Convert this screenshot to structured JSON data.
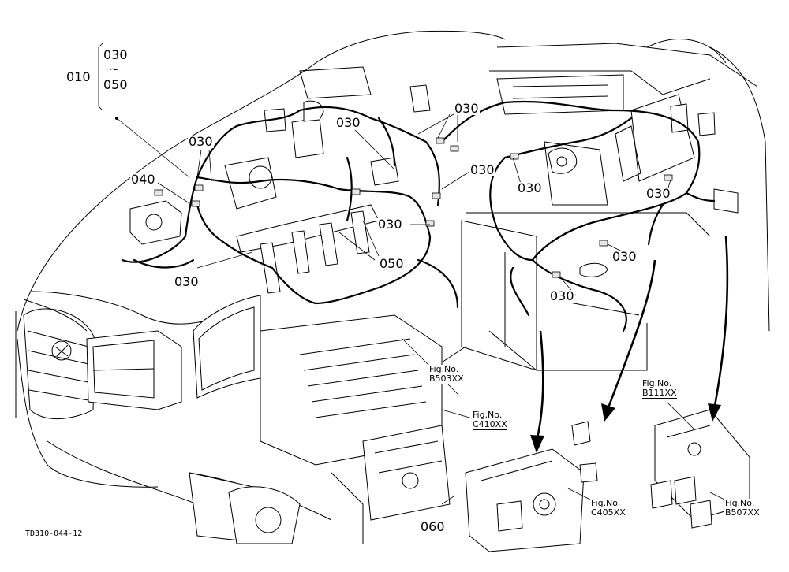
{
  "refs": {
    "r010": "010",
    "r030_range_top": "030",
    "r_tilde": "~",
    "r050_range_bottom": "050",
    "r030_a": "030",
    "r030_b": "030",
    "r030_c": "030",
    "r030_d": "030",
    "r030_e": "030",
    "r030_f": "030",
    "r030_g": "030",
    "r030_h": "030",
    "r030_i": "030",
    "r030_j": "030",
    "r040": "040",
    "r050": "050",
    "r060": "060"
  },
  "figs": {
    "b503": {
      "prefix": "Fig.No.",
      "code": "B503XX"
    },
    "c410": {
      "prefix": "Fig.No.",
      "code": "C410XX"
    },
    "b111": {
      "prefix": "Fig.No.",
      "code": "B111XX"
    },
    "c405": {
      "prefix": "Fig.No.",
      "code": "C405XX"
    },
    "b507": {
      "prefix": "Fig.No.",
      "code": "B507XX"
    }
  },
  "drawing_id": "TD310-044-12"
}
